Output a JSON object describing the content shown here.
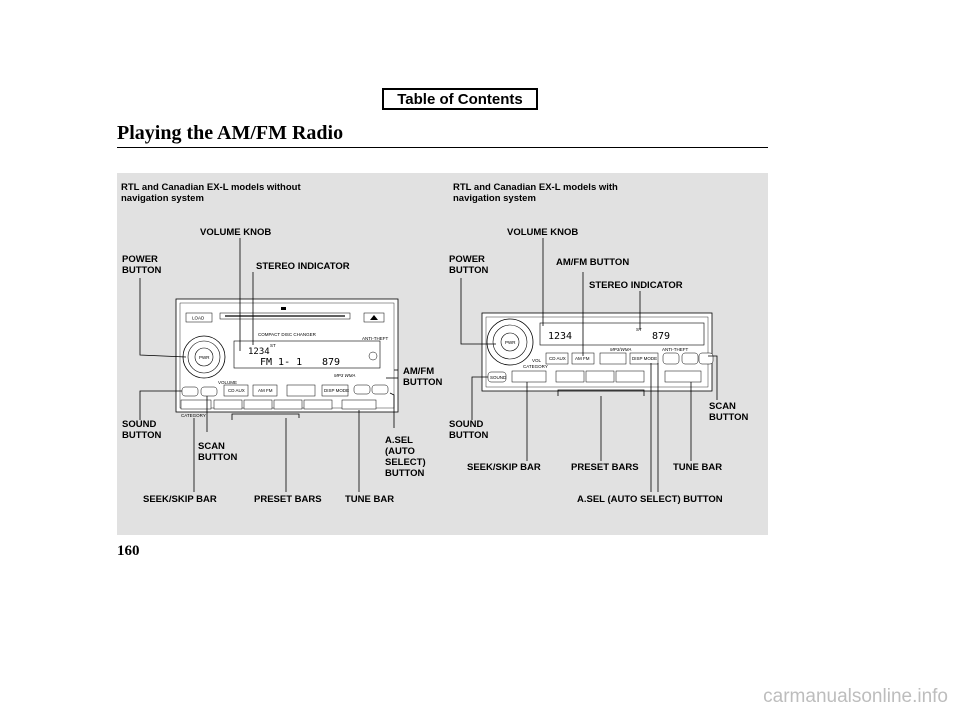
{
  "toc_label": "Table of Contents",
  "page_title": "Playing the AM/FM Radio",
  "page_number": "160",
  "watermark": "carmanualsonline.info",
  "left_figure": {
    "caption": [
      "RTL and Canadian EX-L models without",
      "navigation system"
    ],
    "labels": {
      "volume_knob": "VOLUME KNOB",
      "power_button": [
        "POWER",
        "BUTTON"
      ],
      "stereo_indicator": "STEREO INDICATOR",
      "amfm_button": [
        "AM/FM",
        "BUTTON"
      ],
      "sound_button": [
        "SOUND",
        "BUTTON"
      ],
      "scan_button": [
        "SCAN",
        "BUTTON"
      ],
      "asel_button": [
        "A.SEL",
        "(AUTO",
        "SELECT)",
        "BUTTON"
      ],
      "seek_skip_bar": "SEEK/SKIP BAR",
      "preset_bars": "PRESET BARS",
      "tune_bar": "TUNE BAR"
    },
    "unit": {
      "load": "LOAD",
      "changer": "COMPACT DISC CHANGER",
      "display_line1": "1234",
      "display_line2": "FM 1- 1",
      "frequency": "879",
      "st": "ST",
      "pwr": "PWR",
      "volume": "VOLUME",
      "mp3": "MP3  WMA",
      "keys": [
        "CD AUX",
        "AM FM",
        "DISP MODE"
      ],
      "category": "CATEGORY",
      "anti_theft": "ANTI-THEFT"
    }
  },
  "right_figure": {
    "caption": [
      "RTL and Canadian EX-L models with",
      "navigation system"
    ],
    "labels": {
      "volume_knob": "VOLUME KNOB",
      "power_button": [
        "POWER",
        "BUTTON"
      ],
      "amfm_button": "AM/FM BUTTON",
      "stereo_indicator": "STEREO INDICATOR",
      "scan_button": [
        "SCAN",
        "BUTTON"
      ],
      "sound_button": [
        "SOUND",
        "BUTTON"
      ],
      "seek_skip_bar": "SEEK/SKIP BAR",
      "preset_bars": "PRESET BARS",
      "tune_bar": "TUNE BAR",
      "asel_button": "A.SEL (AUTO SELECT) BUTTON"
    },
    "unit": {
      "display": "1234",
      "frequency": "879",
      "st": "ST",
      "pwr": "PWR",
      "vol": "VOL",
      "sound": "SOUND",
      "mp3": "MP3/WMA",
      "keys": [
        "CD AUX",
        "AM FM",
        "DISP MODE"
      ],
      "category": "CATEGORY",
      "anti_theft": "ANTI-THEFT"
    }
  }
}
